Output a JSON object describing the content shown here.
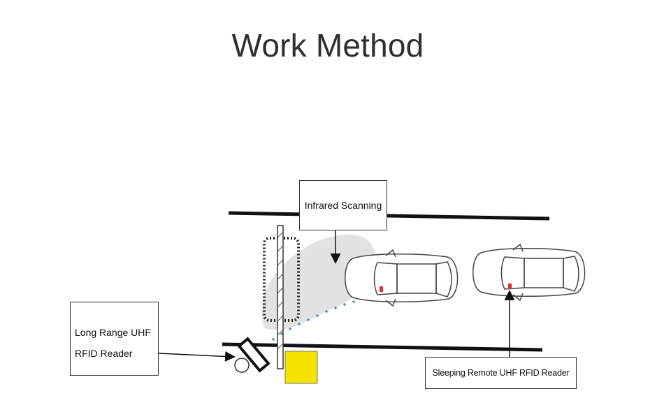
{
  "title": "Work Method",
  "labels": {
    "infrared": "Infrared Scanning",
    "long_range_line1": "Long Range UHF",
    "long_range_line2": "RFID Reader",
    "sleeping": "Sleeping Remote UHF RFID Reader"
  },
  "colors": {
    "controller_box": "#f5e400",
    "scan_area": "#e2e2e2",
    "signal_dots": "#4a8fd0",
    "tag": "#e03030",
    "lines": "#111111"
  }
}
